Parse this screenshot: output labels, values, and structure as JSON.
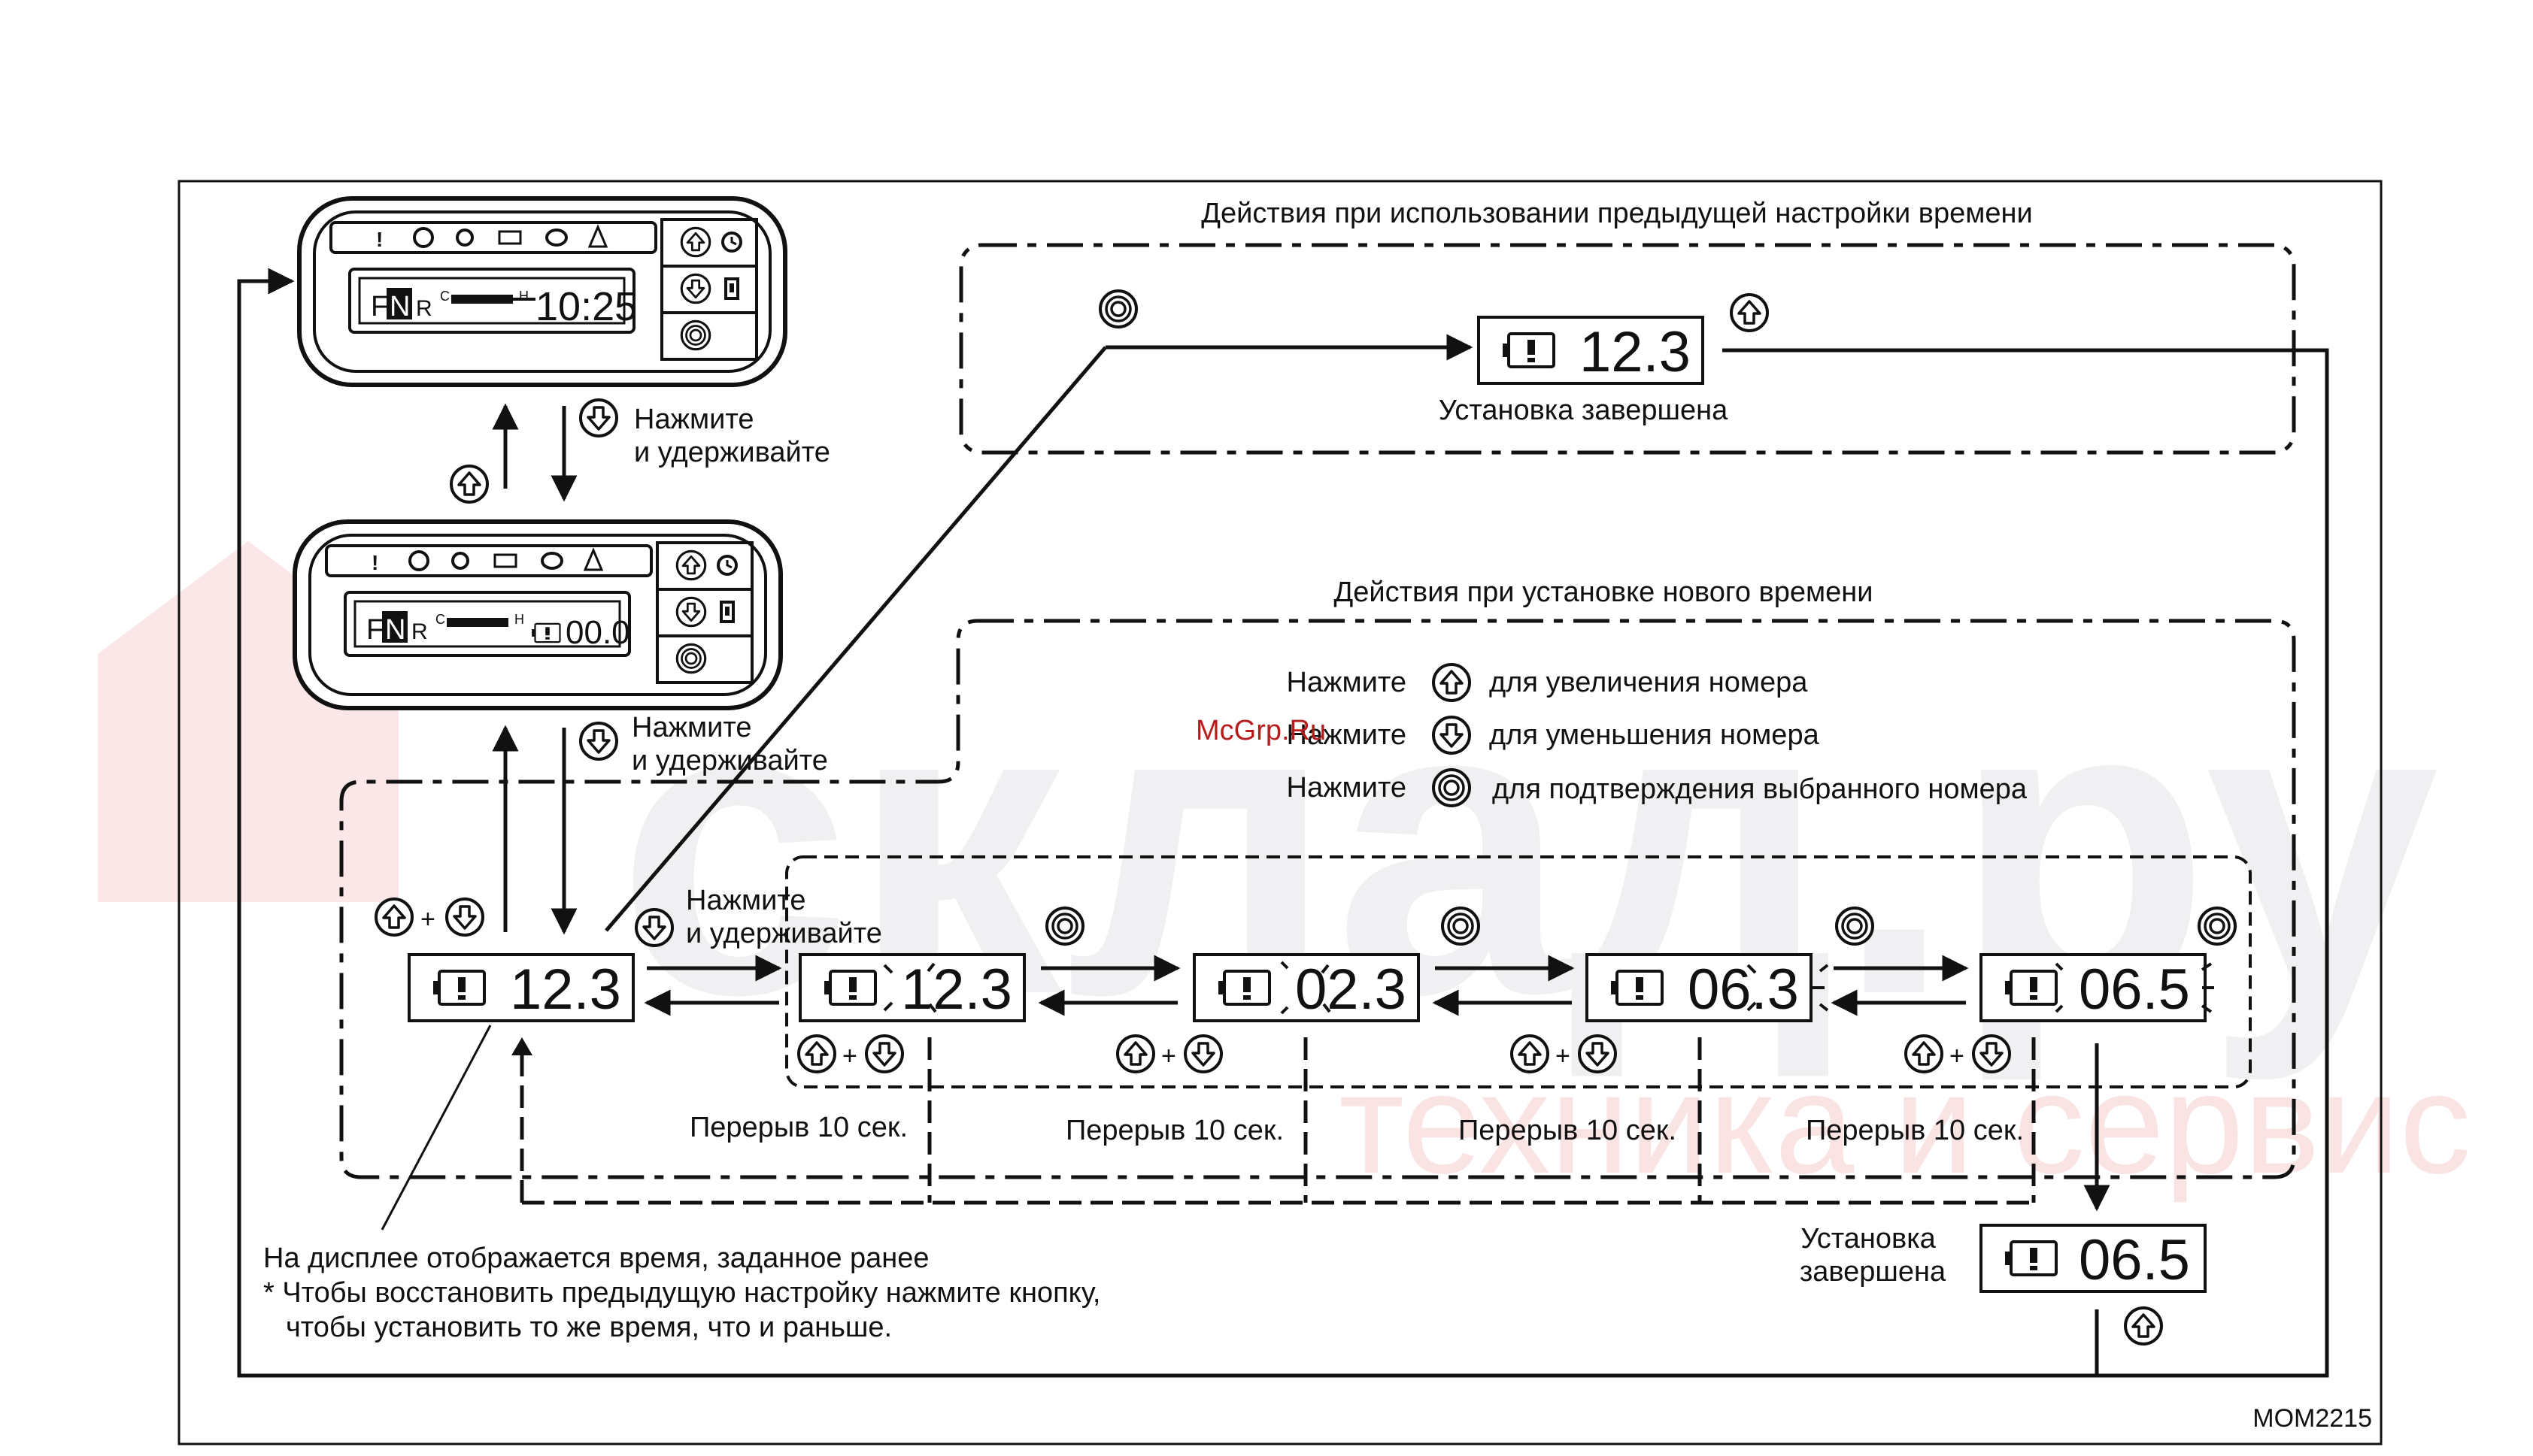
{
  "watermark": {
    "main": "склад.ру",
    "sub": "техника и сервис",
    "tag": "McGrp.Ru"
  },
  "header_prev": "Действия при использовании предыдущей настройки времени",
  "header_new": "Действия при установке нового времени",
  "press": "Нажмите",
  "press_hold_1": "Нажмите",
  "press_hold_2": "и удерживайте",
  "legend": {
    "press_label": "Нажмите",
    "up": "для увеличения номера",
    "down": "для уменьшения номера",
    "confirm": "для подтверждения выбранного номера"
  },
  "plus": "+",
  "set_done": "Установка завершена",
  "set_done_1": "Установка",
  "set_done_2": "завершена",
  "break_label": "Перерыв 10 сек.",
  "note_1": "На дисплее отображается время, заданное ранее",
  "note_2": "* Чтобы восстановить предыдущую настройку нажмите кнопку,",
  "note_3": "чтобы установить то же время, что и раньше.",
  "figure_code": "MOM2215",
  "panel_top": {
    "gear_f": "F",
    "gear_n": "N",
    "gear_r": "R",
    "c": "C",
    "h": "H",
    "clock": "10:25"
  },
  "panel_mid": {
    "gear_f": "F",
    "gear_n": "N",
    "gear_r": "R",
    "c": "C",
    "h": "H",
    "value": "00.0"
  },
  "displays": {
    "prev_set": "12.3",
    "start": "12.3",
    "step1": "12.3",
    "step2": "02.3",
    "step3": "06.3",
    "step4": "06.5",
    "final": "06.5"
  },
  "icons": [
    "up-button-icon",
    "down-button-icon",
    "confirm-button-icon",
    "battery-warning-icon",
    "clock-icon",
    "hour-icon"
  ],
  "colors": {
    "line": "#111111",
    "watermark": "#ececec",
    "watermark_red": "#f7dada",
    "tag": "#b71c1c"
  }
}
